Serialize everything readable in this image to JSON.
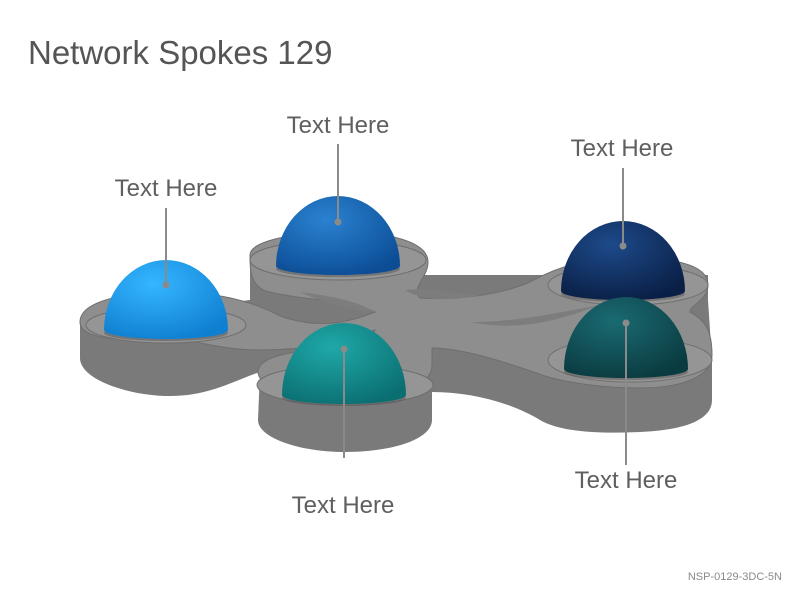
{
  "title": "Network Spokes 129",
  "slide_code": "NSP-0129-3DC-5N",
  "colors": {
    "platform_top": "#909090",
    "platform_side": "#777777",
    "spoke_left": "#1a9be4",
    "spoke_top": "#1466b3",
    "spoke_middle": "#12908f",
    "spoke_upper_right": "#0f2f63",
    "spoke_lower_right": "#0f545a"
  },
  "spokes": [
    {
      "label": "Text Here"
    },
    {
      "label": "Text Here"
    },
    {
      "label": "Text Here"
    },
    {
      "label": "Text Here"
    },
    {
      "label": "Text Here"
    }
  ]
}
